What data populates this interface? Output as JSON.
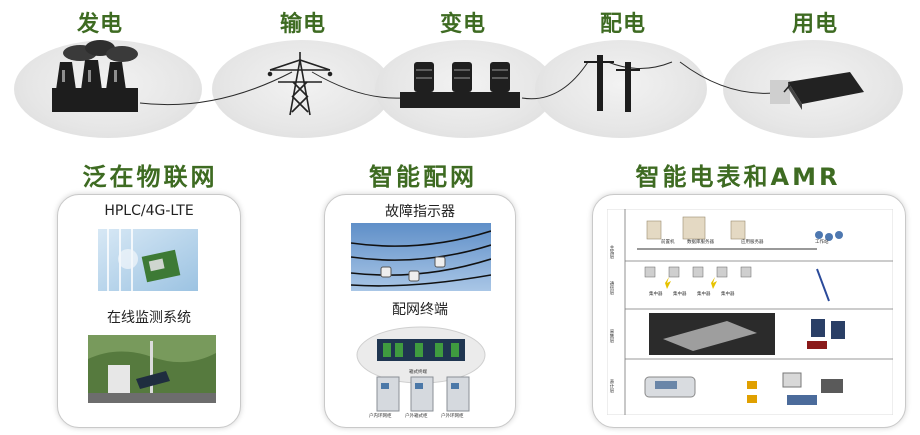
{
  "chain": {
    "stages": [
      "发电",
      "输电",
      "变电",
      "配电",
      "用电"
    ]
  },
  "sections": {
    "iot": {
      "title": "泛在物联网",
      "items": [
        "HPLC/4G-LTE",
        "在线监测系统"
      ]
    },
    "grid": {
      "title": "智能配网",
      "items": [
        "故障指示器",
        "配网终端"
      ],
      "terminal_label": "箱式终端",
      "cabinet_labels": [
        "户内环网柜",
        "户外箱式柜",
        "户外环网柜"
      ]
    },
    "amr": {
      "title": "智能电表和AMR",
      "row_labels": [
        "主站层",
        "通信层",
        "采集层",
        "表计层"
      ],
      "server_labels": [
        "前置机",
        "数据库服务器",
        "应用服务器",
        "工作站"
      ],
      "collector_labels": [
        "集中器",
        "集中器",
        "集中器",
        "集中器"
      ]
    }
  },
  "colors": {
    "title_green": "#3e6b22",
    "ellipse_grey": "#e6e6e6",
    "wire_dark": "#2b2b2b"
  }
}
